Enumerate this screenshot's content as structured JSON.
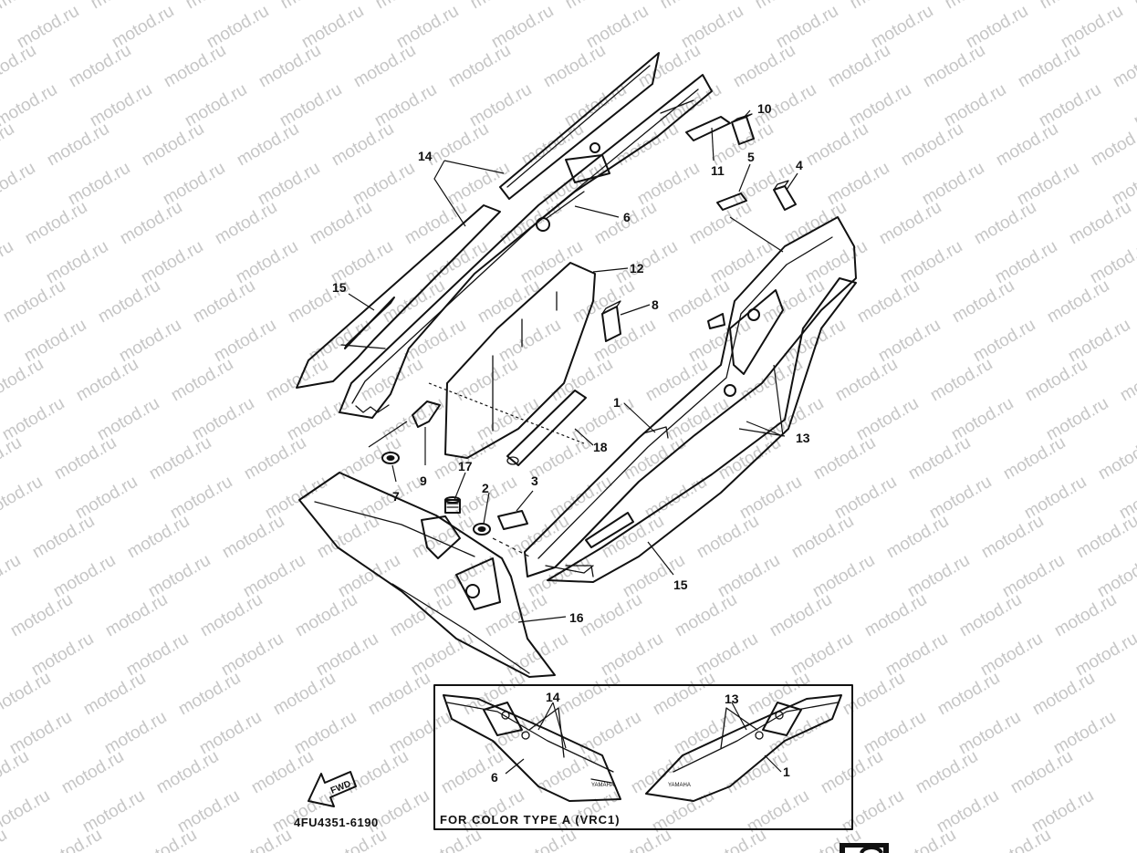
{
  "watermark": {
    "text": "motod.ru",
    "color": "#c6c6c6"
  },
  "diagram_code": "4FU4351-6190",
  "inset": {
    "caption": "FOR COLOR TYPE A (VRC1)"
  },
  "fwd_label": "FWD",
  "callouts": {
    "c1": "1",
    "c2": "2",
    "c3": "3",
    "c4": "4",
    "c5": "5",
    "c6": "6",
    "c7": "7",
    "c8": "8",
    "c9": "9",
    "c10": "10",
    "c11": "11",
    "c12": "12",
    "c13": "13",
    "c14": "14",
    "c15a": "15",
    "c15b": "15",
    "c16": "16",
    "c17": "17",
    "c18": "18",
    "i14": "14",
    "i6": "6",
    "i13": "13",
    "i1": "1"
  }
}
